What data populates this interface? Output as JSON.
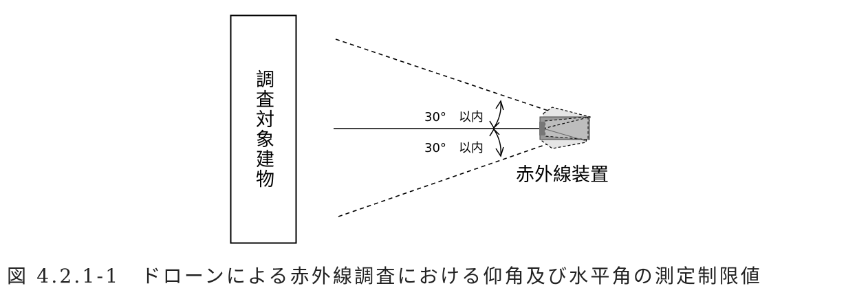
{
  "building_label": "調査対象建物",
  "angle_label_upper": "30°　以内",
  "angle_label_lower": "30°　以内",
  "device_label": "赤外線装置",
  "caption": "図 4.2.1-1　ドローンによる赤外線調査における仰角及び水平角の測定制限値",
  "angles": {
    "upper_deg": 30,
    "lower_deg": 30
  }
}
